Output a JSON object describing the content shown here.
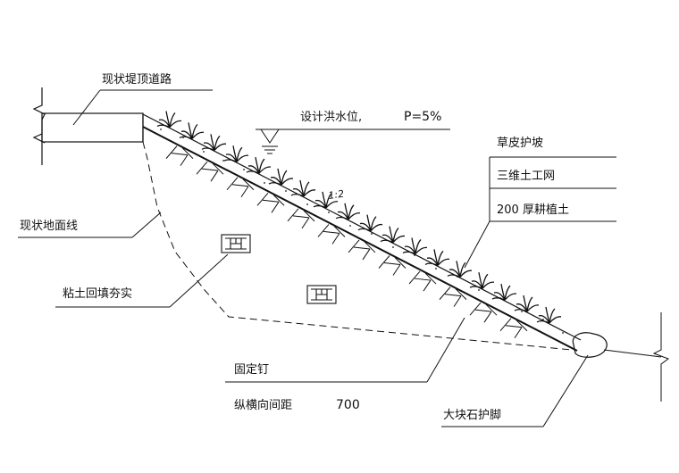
{
  "labels": {
    "existing_road": "现状堤顶道路",
    "design_flood_level": "设计洪水位,",
    "flood_frequency": "P=5%",
    "turf_protection": "草皮护坡",
    "geonet": "三维土工网",
    "topsoil": "200 厚耕植土",
    "slope_ratio": "1:2",
    "existing_ground_line": "现状地面线",
    "clay_backfill": "粘土回填夯实",
    "anchor_nail": "固定钉",
    "spacing_label": "纵横向间距",
    "spacing_value": "700",
    "stone_toe": "大块石护脚"
  },
  "colors": {
    "line": "#111111",
    "background": "#ffffff"
  },
  "icons": {
    "water_level": "water-level-triangle-icon",
    "break_line": "break-line-icon",
    "grass": "grass-tuft-icon",
    "soil_hatch": "soil-hatch-icon"
  }
}
